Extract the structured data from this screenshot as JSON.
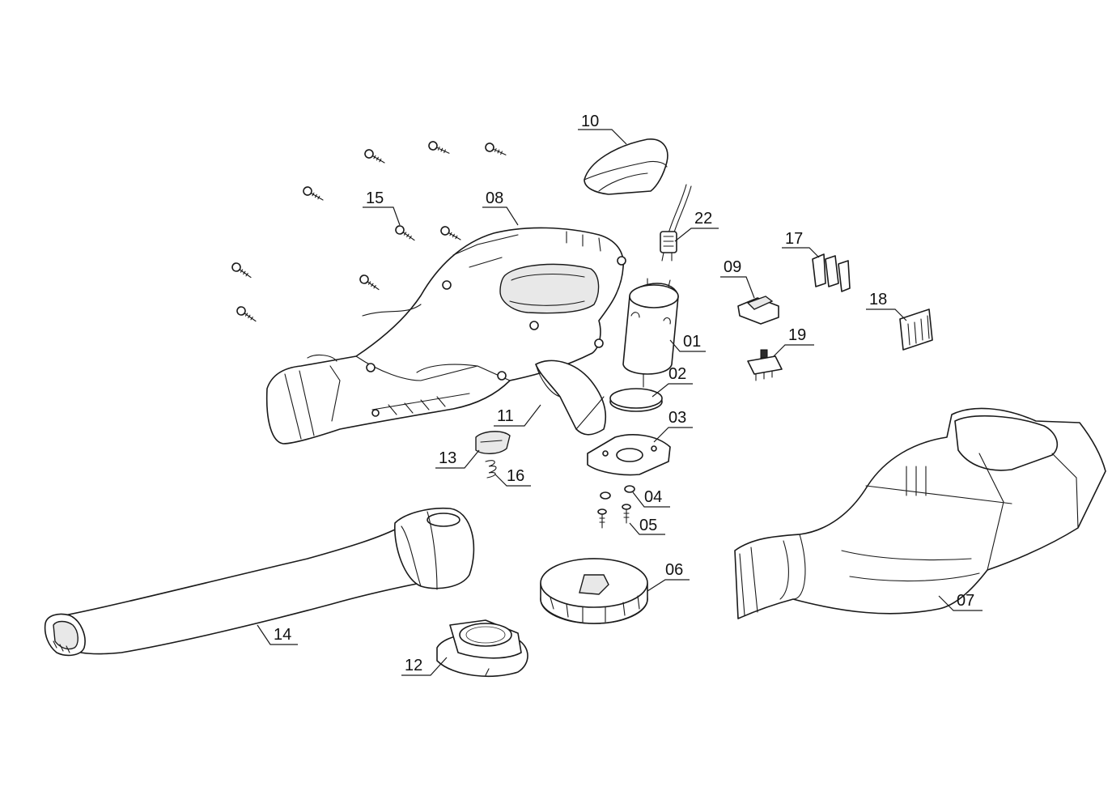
{
  "callouts": [
    {
      "id": "01",
      "label": "01"
    },
    {
      "id": "02",
      "label": "02"
    },
    {
      "id": "03",
      "label": "03"
    },
    {
      "id": "04",
      "label": "04"
    },
    {
      "id": "05",
      "label": "05"
    },
    {
      "id": "06",
      "label": "06"
    },
    {
      "id": "07",
      "label": "07"
    },
    {
      "id": "08",
      "label": "08"
    },
    {
      "id": "09",
      "label": "09"
    },
    {
      "id": "10",
      "label": "10"
    },
    {
      "id": "11",
      "label": "11"
    },
    {
      "id": "12",
      "label": "12"
    },
    {
      "id": "13",
      "label": "13"
    },
    {
      "id": "14",
      "label": "14"
    },
    {
      "id": "15",
      "label": "15"
    },
    {
      "id": "16",
      "label": "16"
    },
    {
      "id": "17",
      "label": "17"
    },
    {
      "id": "18",
      "label": "18"
    },
    {
      "id": "19",
      "label": "19"
    },
    {
      "id": "22",
      "label": "22"
    }
  ]
}
